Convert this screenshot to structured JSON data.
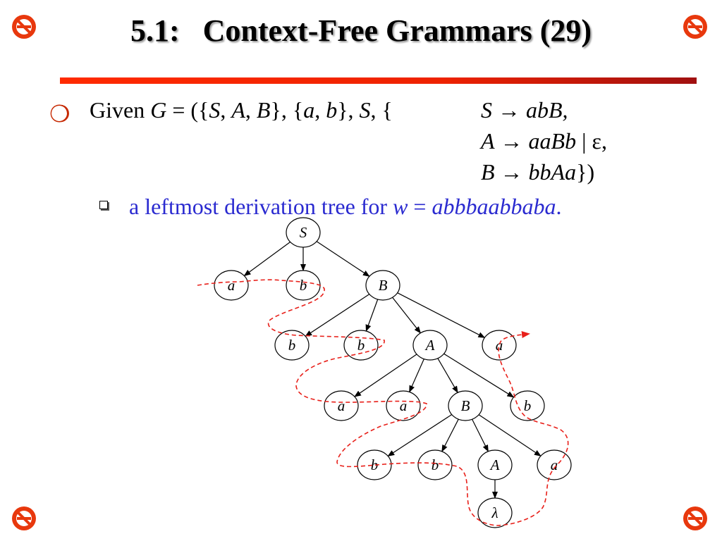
{
  "slide": {
    "title_num": "5.1:",
    "title_text": "Context-Free Grammars (29)",
    "given": {
      "word": "Given",
      "G": "G",
      "eq": " = ({",
      "S": "S",
      "c1": ", ",
      "A": "A",
      "c2": ", ",
      "B": "B",
      "c3": "}, {",
      "a": "a",
      "c4": ", ",
      "b": "b",
      "c5": "}, ",
      "S2": "S",
      "c6": ", {"
    },
    "rules": [
      {
        "lhs": "S",
        "arrow": " → ",
        "rhs": "abB",
        "tail": ","
      },
      {
        "lhs": "A",
        "arrow": " → ",
        "rhs": "aaBb",
        "tail": " | ε,"
      },
      {
        "lhs": "B",
        "arrow": " → ",
        "rhs": "bbAa",
        "tail": "})"
      }
    ],
    "subpoint": {
      "text": "a leftmost derivation tree for ",
      "w": "w",
      "eq": " = ",
      "word": "abbbaabbaba",
      "dot": "."
    }
  },
  "tree": {
    "nodes": [
      {
        "id": "n0",
        "label": "S"
      },
      {
        "id": "n1",
        "label": "a"
      },
      {
        "id": "n2",
        "label": "b"
      },
      {
        "id": "n3",
        "label": "B"
      },
      {
        "id": "n4",
        "label": "b"
      },
      {
        "id": "n5",
        "label": "b"
      },
      {
        "id": "n6",
        "label": "A"
      },
      {
        "id": "n7",
        "label": "a"
      },
      {
        "id": "n8",
        "label": "a"
      },
      {
        "id": "n9",
        "label": "a"
      },
      {
        "id": "n10",
        "label": "B"
      },
      {
        "id": "n11",
        "label": "b"
      },
      {
        "id": "n12",
        "label": "b"
      },
      {
        "id": "n13",
        "label": "b"
      },
      {
        "id": "n14",
        "label": "A"
      },
      {
        "id": "n15",
        "label": "a"
      },
      {
        "id": "n16",
        "label": "λ"
      }
    ],
    "edges": [
      [
        "n0",
        "n1"
      ],
      [
        "n0",
        "n2"
      ],
      [
        "n0",
        "n3"
      ],
      [
        "n3",
        "n4"
      ],
      [
        "n3",
        "n5"
      ],
      [
        "n3",
        "n6"
      ],
      [
        "n3",
        "n7"
      ],
      [
        "n6",
        "n8"
      ],
      [
        "n6",
        "n9"
      ],
      [
        "n6",
        "n10"
      ],
      [
        "n6",
        "n11"
      ],
      [
        "n10",
        "n12"
      ],
      [
        "n10",
        "n13"
      ],
      [
        "n10",
        "n14"
      ],
      [
        "n10",
        "n15"
      ],
      [
        "n14",
        "n16"
      ]
    ]
  },
  "colors": {
    "accent": "#e8380d",
    "subpoint_text": "#2a2ad0",
    "path": "#e8201a"
  },
  "icons": {
    "corners": "no-smoking-icon"
  }
}
